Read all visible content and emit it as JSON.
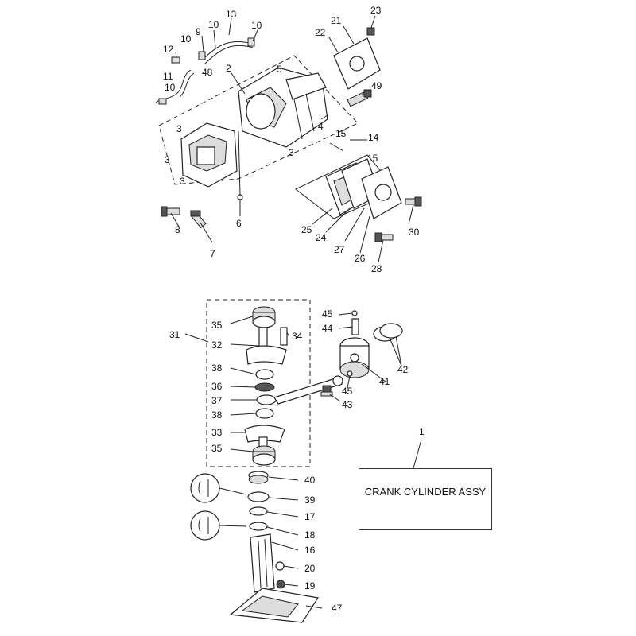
{
  "assembly_box": {
    "label": "CRANK CYLINDER ASSY",
    "ref": "1"
  },
  "part_labels": [
    "13",
    "23",
    "9",
    "10",
    "10",
    "10",
    "12",
    "21",
    "22",
    "11",
    "48",
    "2",
    "5",
    "49",
    "10",
    "3",
    "4",
    "15",
    "14",
    "3",
    "15",
    "3",
    "3",
    "6",
    "8",
    "7",
    "25",
    "24",
    "27",
    "26",
    "30",
    "28",
    "45",
    "35",
    "31",
    "34",
    "32",
    "44",
    "42",
    "38",
    "36",
    "37",
    "45",
    "41",
    "43",
    "38",
    "33",
    "35",
    "40",
    "39",
    "17",
    "18",
    "16",
    "20",
    "19",
    "47"
  ]
}
